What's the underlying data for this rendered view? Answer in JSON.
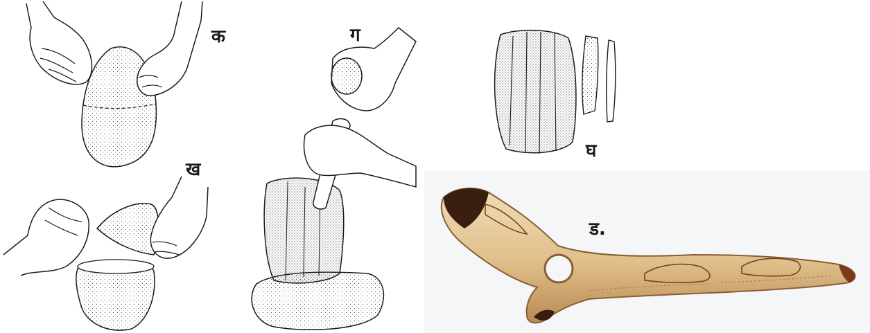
{
  "figure": {
    "labels": {
      "a": "क",
      "b": "ख",
      "c": "ग",
      "d": "घ",
      "e": "ड."
    }
  },
  "colors": {
    "ink": "#1a1a1a",
    "bone": "#e6c89a",
    "bone_shadow": "#b98e5a",
    "bone_dark": "#3a1e10",
    "bg": "#f4f6f8"
  }
}
